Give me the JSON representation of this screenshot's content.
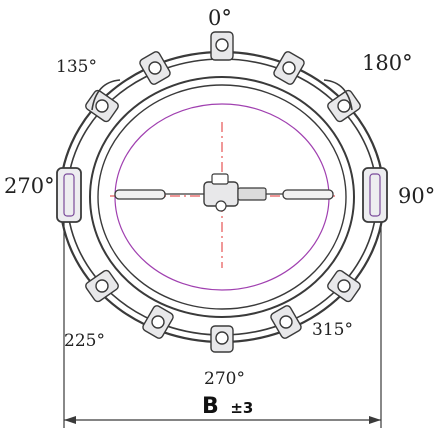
{
  "labels": {
    "top": "0°",
    "upper_left": "135°",
    "upper_right": "180°",
    "left": "270°",
    "right": "90°",
    "lower_left": "225°",
    "bottom": "270°",
    "lower_right": "315°"
  },
  "dimension": {
    "symbol": "B",
    "tolerance": "±3"
  },
  "colors": {
    "outline": "#3a3a3a",
    "inner_ellipse": "#a040b0",
    "centerline": "#e03030",
    "clamp_fill": "#e8e8ea"
  }
}
